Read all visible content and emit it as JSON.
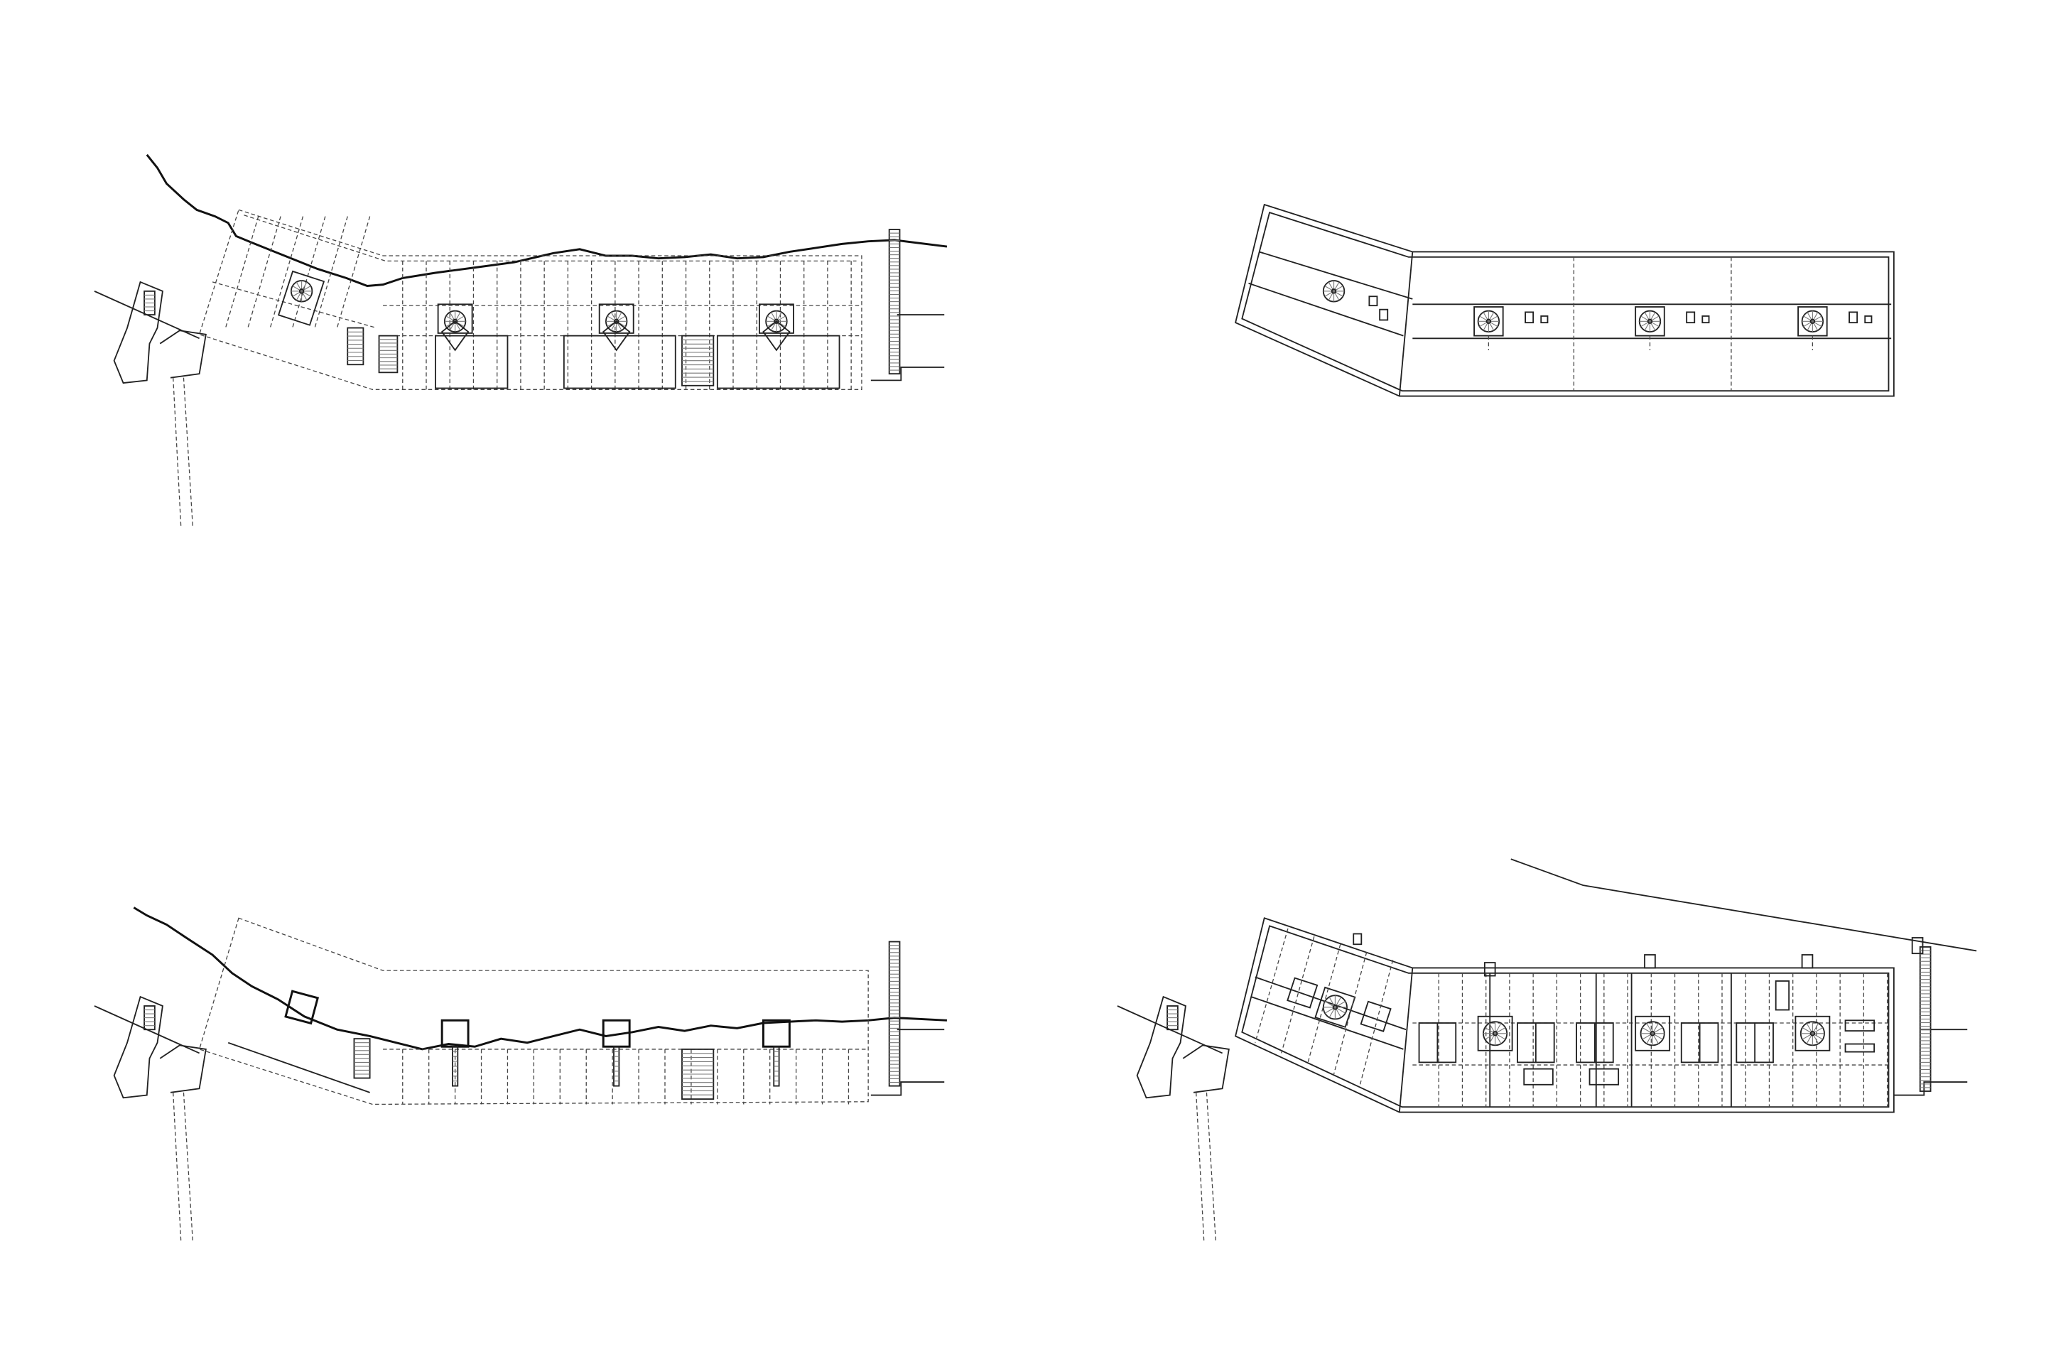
{
  "sheet": {
    "drawing_type": "architectural floor plans",
    "plans": [
      {
        "id": "plan-upper-left",
        "kind": "lower level plan with terrain line and spiral stairs"
      },
      {
        "id": "plan-upper-right",
        "kind": "roof / upper level plan"
      },
      {
        "id": "plan-lower-left",
        "kind": "entrance level plan with stair cores"
      },
      {
        "id": "plan-lower-right",
        "kind": "apartment level plan with rooms and spiral stairs"
      }
    ],
    "line_color": "#222222",
    "background": "#ffffff"
  }
}
